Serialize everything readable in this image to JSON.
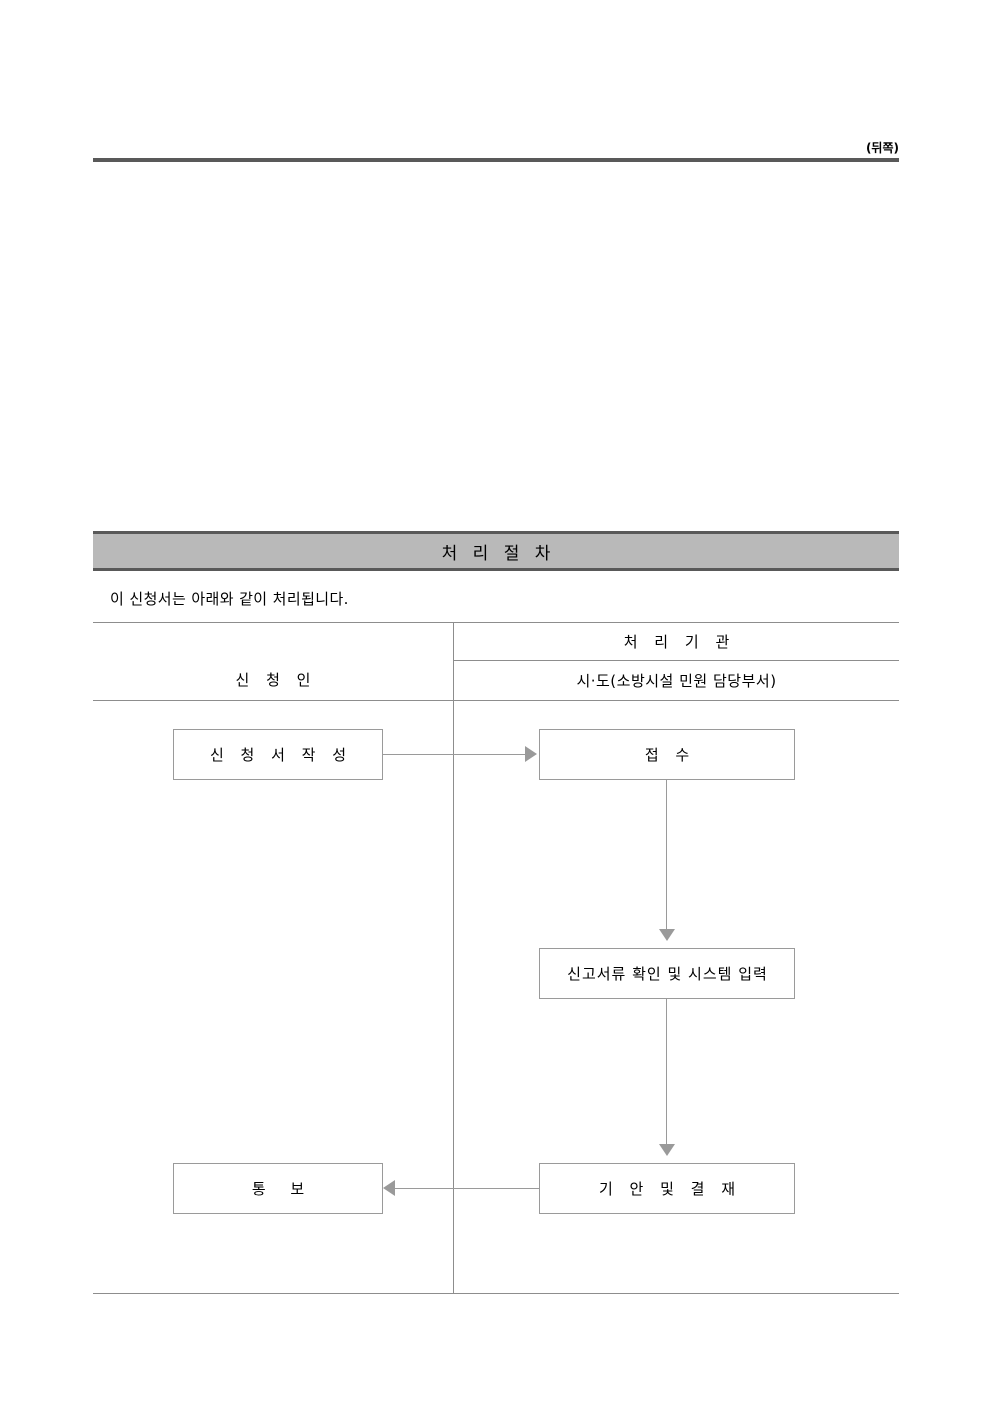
{
  "page": {
    "side_marker": "(뒤쪽)"
  },
  "section": {
    "title": "처 리 절 차",
    "intro": "이 신청서는 아래와 같이 처리됩니다."
  },
  "flow_table": {
    "columns": {
      "applicant": "신 청 인",
      "agency": "처 리 기 관",
      "agency_sub": "시·도(소방시설 민원 담당부서)"
    },
    "steps": [
      {
        "id": "apply",
        "label": "신 청 서  작 성",
        "column": "applicant"
      },
      {
        "id": "receive",
        "label": "접 수",
        "column": "agency"
      },
      {
        "id": "check",
        "label": "신고서류 확인 및 시스템 입력",
        "column": "agency"
      },
      {
        "id": "draft",
        "label": "기 안 및 결 재",
        "column": "agency"
      },
      {
        "id": "notify",
        "label": "통 보",
        "column": "applicant"
      }
    ],
    "connectors": [
      {
        "id": "apply-to-receive",
        "direction": "right"
      },
      {
        "id": "receive-to-check",
        "direction": "down"
      },
      {
        "id": "check-to-draft",
        "direction": "down"
      },
      {
        "id": "draft-to-notify",
        "direction": "left"
      }
    ]
  },
  "colors": {
    "band_fill": "#b9b9b9",
    "band_border": "#595959",
    "rule": "#595959",
    "table_line": "#8d8d8d",
    "box_border": "#9a9a9a",
    "connector": "#9a9a9a",
    "text": "#000000"
  }
}
